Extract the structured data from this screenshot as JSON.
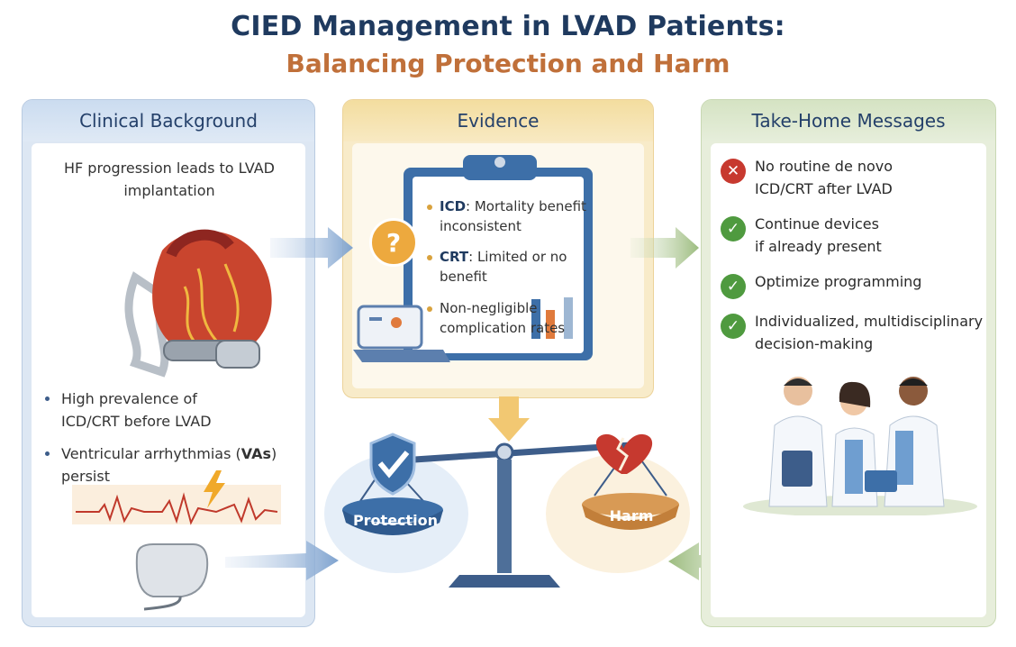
{
  "title": {
    "line1": "CIED Management in LVAD Patients:",
    "line2": "Balancing Protection and Harm"
  },
  "background_panel": {
    "header": "Clinical Background",
    "intro": "HF progression leads to LVAD implantation",
    "bullets": [
      {
        "text": "High prevalence of ICD/CRT before LVAD"
      },
      {
        "text_pre": "Ventricular arrhythmias (",
        "text_bold": "VAs",
        "text_post": ") persist"
      }
    ]
  },
  "evidence_panel": {
    "header": "Evidence",
    "question_mark": "?",
    "bullets": [
      {
        "bold": "ICD",
        "text": ": Mortality benefit inconsistent"
      },
      {
        "bold": "CRT",
        "text": ": Limited or no benefit"
      },
      {
        "bold": "",
        "text": "Non-negligible complication rates"
      }
    ]
  },
  "scale": {
    "left_label": "Protection",
    "right_label": "Harm"
  },
  "takehome_panel": {
    "header": "Take-Home Messages",
    "messages": [
      {
        "icon": "x-icon",
        "text": "No routine de novo ICD/CRT after LVAD",
        "bold_first_line": false
      },
      {
        "icon": "check-icon",
        "text_bold": "Continue devices",
        "text": "if already present"
      },
      {
        "icon": "check-icon",
        "text": "Optimize programming"
      },
      {
        "icon": "check-icon",
        "text": "Individualized, multidisciplinary decision-making"
      }
    ]
  },
  "colors": {
    "navy": "#1f3a5f",
    "orange": "#c0703a",
    "blue_panel": "#dde7f3",
    "yellow_panel": "#f8ebc9",
    "green_panel": "#e7eedb",
    "check_green": "#4f9a3f",
    "x_red": "#c7392f"
  }
}
